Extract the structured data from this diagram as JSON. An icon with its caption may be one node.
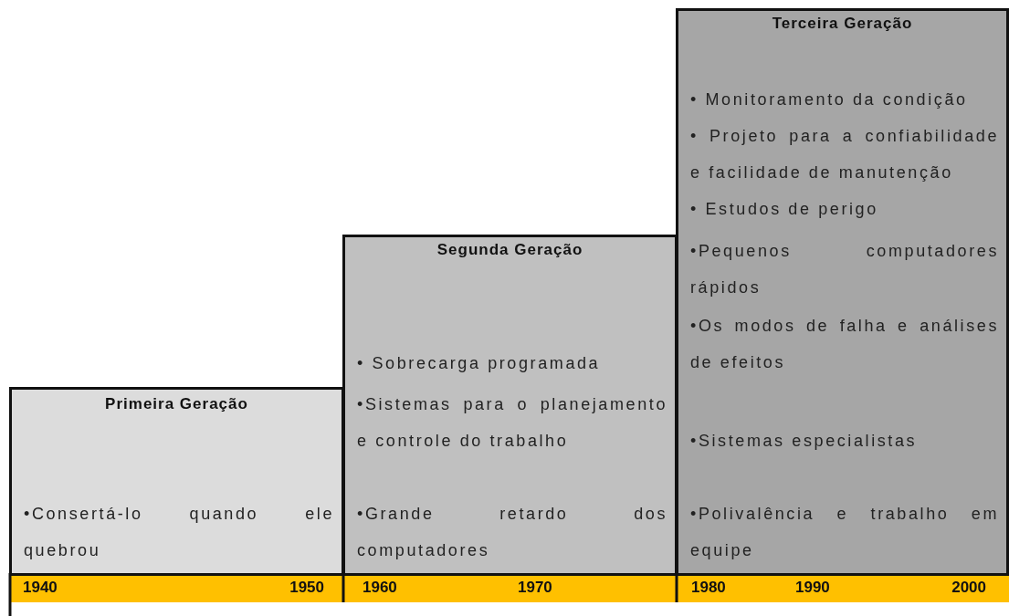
{
  "diagram": {
    "nodes": [
      {
        "text": [
          "Primeira Geração",
          "•Consertá-lo quando ele quebrou"
        ]
      },
      {
        "text": [
          "Segunda Geração",
          "• Sobrecarga programada",
          "•Sistemas para o planejamento e controle do trabalho",
          "•Grande retardo dos computadores"
        ]
      },
      {
        "text": [
          "Terceira Geração",
          "• Monitoramento da condição",
          "• Projeto para a confiabilidade e facilidade de manutenção",
          "• Estudos de perigo",
          "•Pequenos computadores rápidos",
          "•Os modos de falha e análises de efeitos",
          "•Sistemas especialistas",
          "•Polivalência e trabalho em equipe"
        ]
      }
    ],
    "labels": [
      "1940",
      "1950",
      "1960",
      "1970",
      "1980",
      "1990",
      "2000"
    ]
  }
}
